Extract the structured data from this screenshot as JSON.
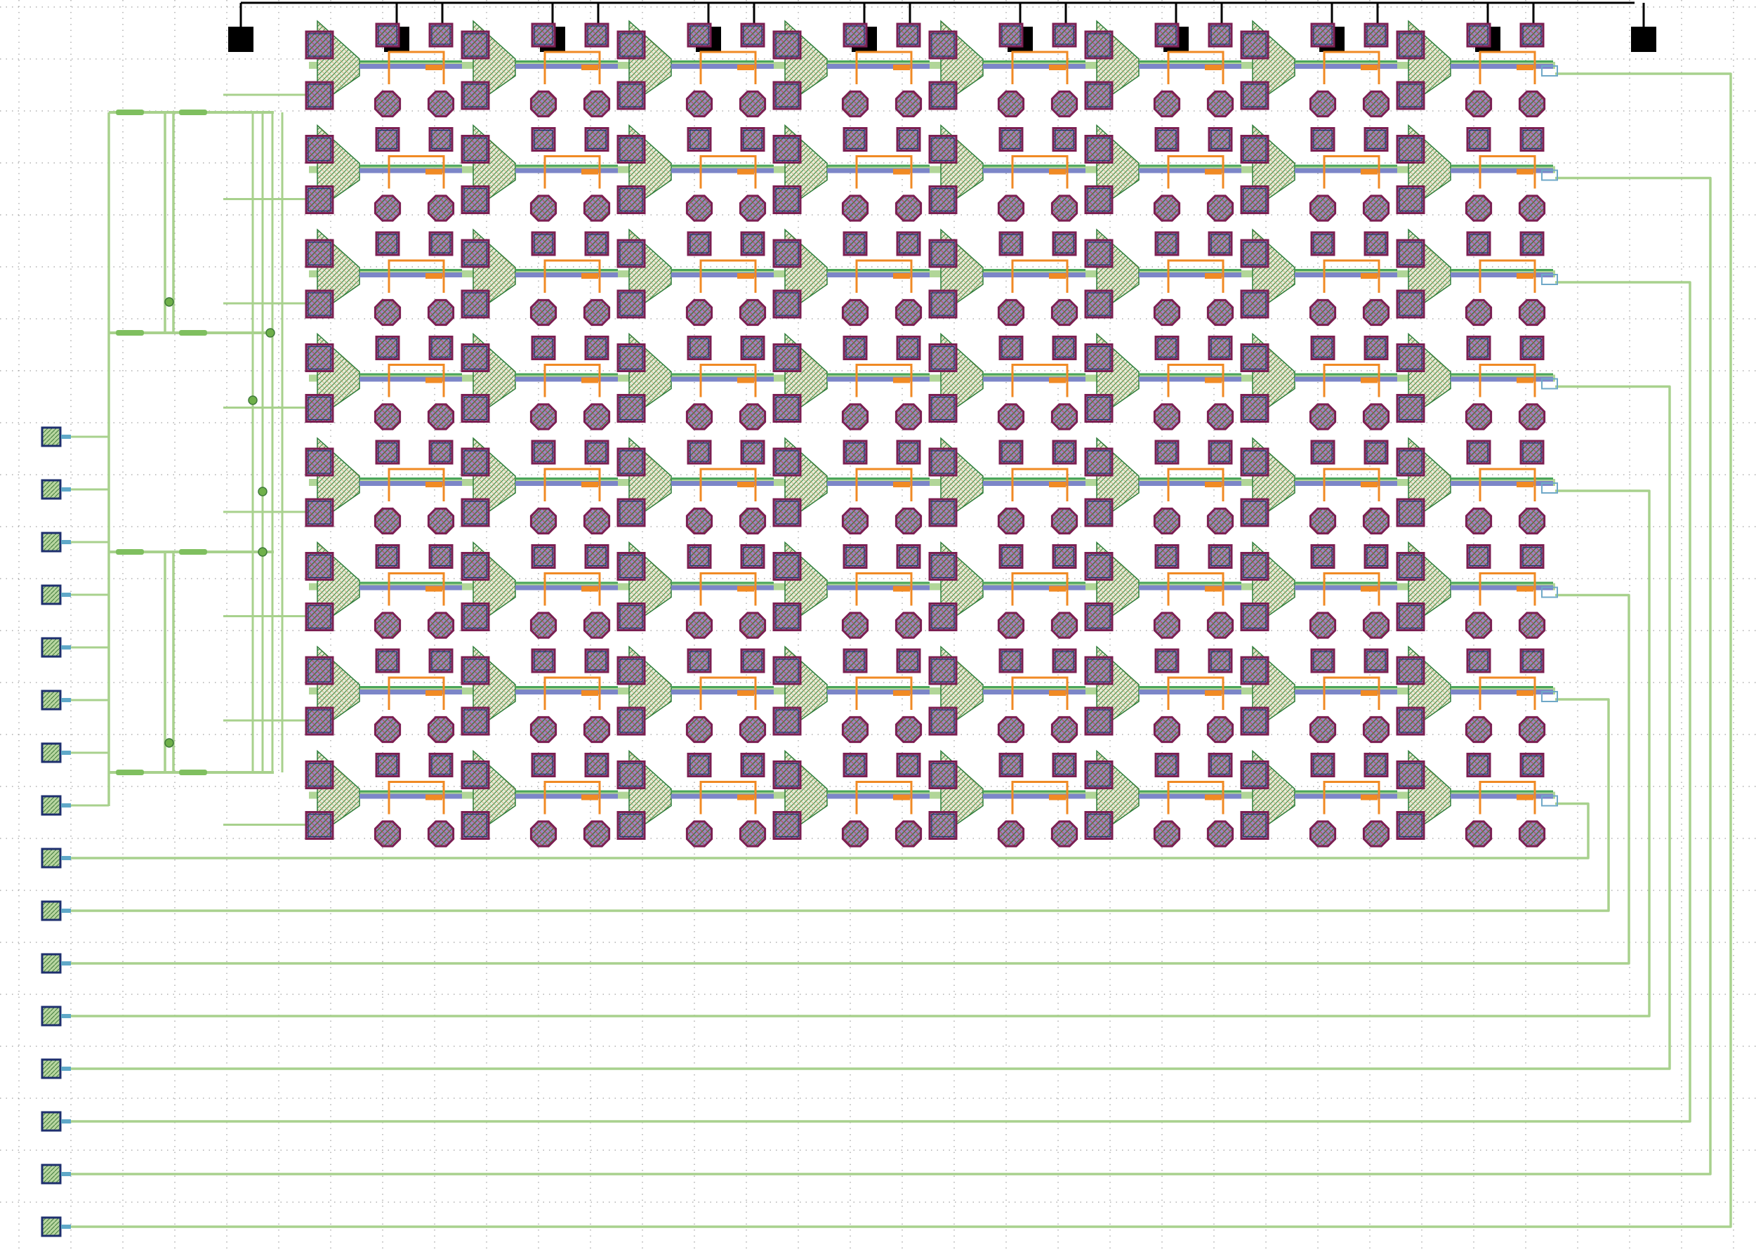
{
  "title": "",
  "colors": {
    "background": "#ffffff",
    "grid_dot": "#8a8a8a",
    "route": "#a8d18d",
    "route_edge": "#7fbf5f",
    "pad_fill": "#8e72b8",
    "pad_border": "#7b1f52",
    "hatch_pad_fill": "#8f8fa8",
    "hatch_pad_border": "#1e2f6e",
    "triangle_fill": "#dfe8cf",
    "triangle_line": "#2e7d3a",
    "orange_trace": "#f08a24",
    "bus_line": "#000000",
    "top_pad": "#000000",
    "bus_strip": "#7c86c8"
  },
  "array": {
    "rows": 8,
    "cells_per_row": 8
  },
  "top_pad_count": 10,
  "left_port_count": 16,
  "top_bus_labels": [],
  "left_port_labels": []
}
